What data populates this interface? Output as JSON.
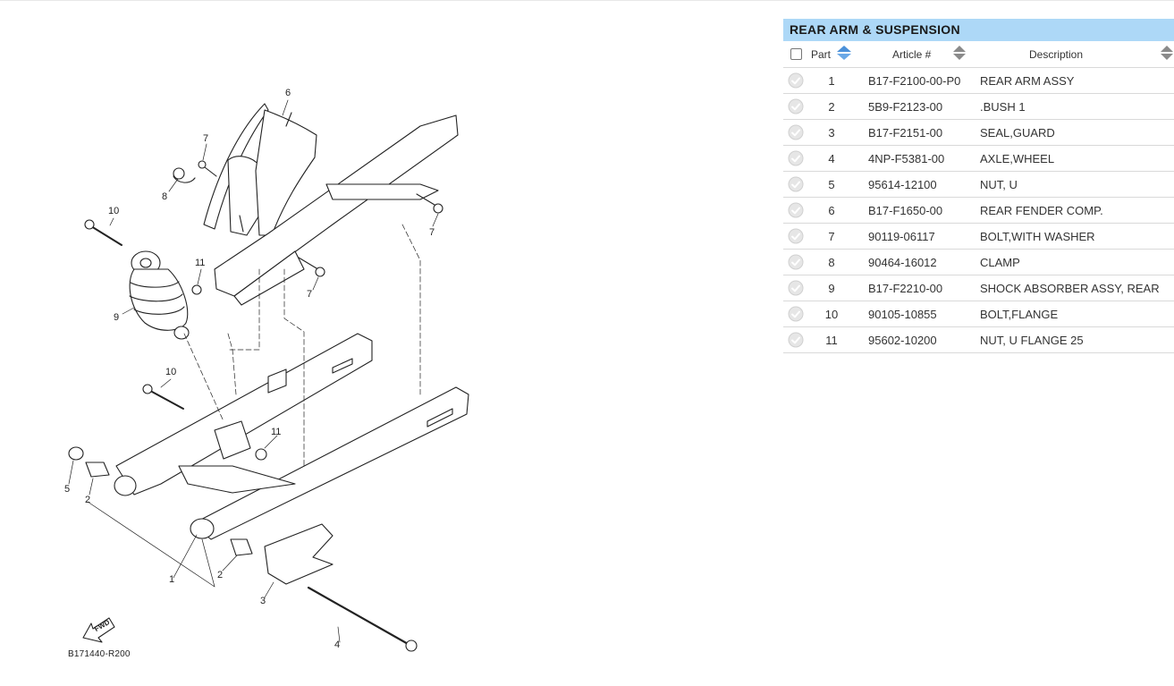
{
  "diagram": {
    "code": "B171440-R200",
    "fwd_label": "FWD",
    "callouts": [
      "6",
      "7",
      "8",
      "10",
      "7",
      "11",
      "9",
      "7",
      "10",
      "11",
      "5",
      "2",
      "1",
      "2",
      "3",
      "4"
    ]
  },
  "parts_table": {
    "title": "REAR ARM & SUSPENSION",
    "headers": {
      "part": "Part",
      "article": "Article #",
      "description": "Description"
    },
    "rows": [
      {
        "part": "1",
        "article": "B17-F2100-00-P0",
        "description": "REAR ARM ASSY"
      },
      {
        "part": "2",
        "article": "5B9-F2123-00",
        "description": ".BUSH 1"
      },
      {
        "part": "3",
        "article": "B17-F2151-00",
        "description": "SEAL,GUARD"
      },
      {
        "part": "4",
        "article": "4NP-F5381-00",
        "description": "AXLE,WHEEL"
      },
      {
        "part": "5",
        "article": "95614-12100",
        "description": "NUT, U"
      },
      {
        "part": "6",
        "article": "B17-F1650-00",
        "description": "REAR FENDER COMP."
      },
      {
        "part": "7",
        "article": "90119-06117",
        "description": "BOLT,WITH WASHER"
      },
      {
        "part": "8",
        "article": "90464-16012",
        "description": "CLAMP"
      },
      {
        "part": "9",
        "article": "B17-F2210-00",
        "description": "SHOCK ABSORBER ASSY, REAR"
      },
      {
        "part": "10",
        "article": "90105-10855",
        "description": "BOLT,FLANGE"
      },
      {
        "part": "11",
        "article": "95602-10200",
        "description": "NUT, U FLANGE 25"
      }
    ]
  },
  "colors": {
    "title_bg": "#add8f7",
    "sort_active": "#4a90d9",
    "sort_inactive": "#8a8a8a",
    "row_border": "#d9d9d9"
  },
  "icons": {
    "row_status": "check-circle-icon",
    "sort": "sort-arrows-icon"
  }
}
